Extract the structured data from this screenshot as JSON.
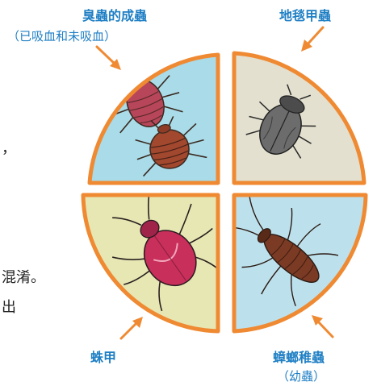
{
  "labels": {
    "bedbug": "臭蟲的成蟲",
    "bedbug_note": "（已吸血和未吸血）",
    "carpet_beetle": "地毯甲蟲",
    "spider_beetle": "蛛甲",
    "cockroach_nymph": "蟑螂稚蟲",
    "cockroach_note": "（幼蟲）"
  },
  "side_text": {
    "comma": "，",
    "line1": "混淆。",
    "line2": "出"
  },
  "colors": {
    "label": "#1f7fc4",
    "frame": "#ef8a33",
    "bg_bedbug": "#a9dbe9",
    "bg_carpet": "#e3e0cf",
    "bg_spider": "#e6e7b3",
    "bg_cockroach": "#bde1ec"
  }
}
